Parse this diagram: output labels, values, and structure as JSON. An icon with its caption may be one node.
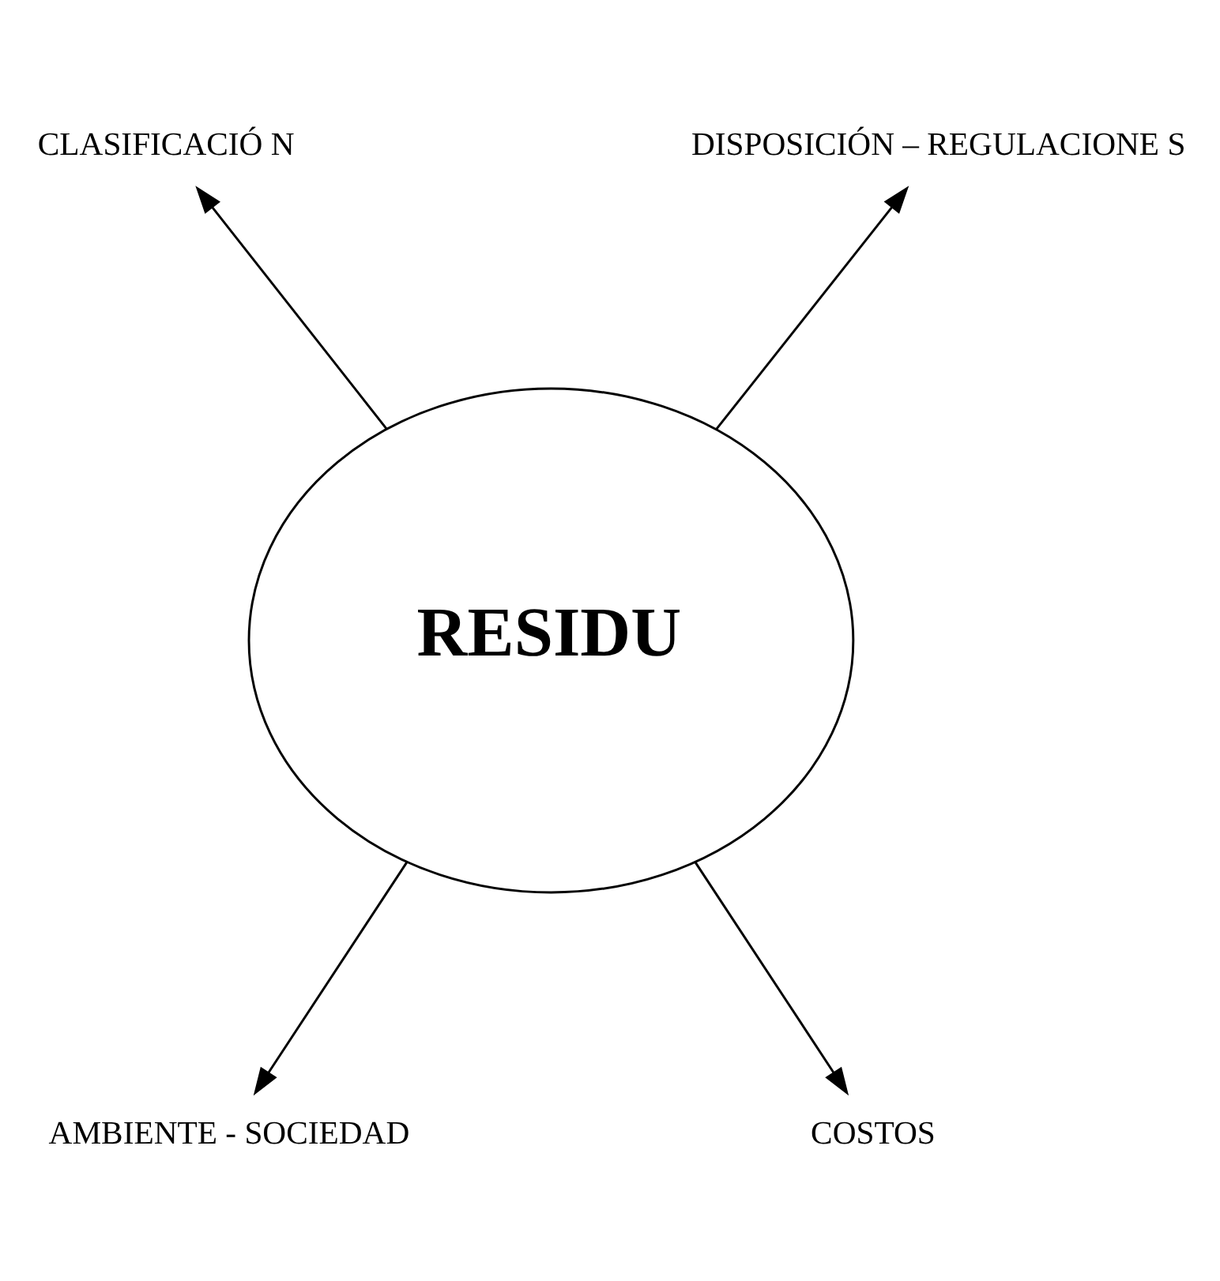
{
  "diagram": {
    "nodes": [
      {
        "text": [
          "RESIDU"
        ]
      },
      {
        "text": [
          "CLASIFICACIÓ N"
        ]
      },
      {
        "text": [
          "DISPOSICIÓN – REGULACIONE S"
        ]
      },
      {
        "text": [
          "AMBIENTE - SOCIEDAD"
        ]
      },
      {
        "text": [
          "COSTOS"
        ]
      }
    ],
    "edges": [
      {
        "from": 0,
        "to": 1,
        "arrow": "to"
      },
      {
        "from": 0,
        "to": 2,
        "arrow": "to"
      },
      {
        "from": 0,
        "to": 3,
        "arrow": "to"
      },
      {
        "from": 0,
        "to": 4,
        "arrow": "to"
      }
    ]
  }
}
